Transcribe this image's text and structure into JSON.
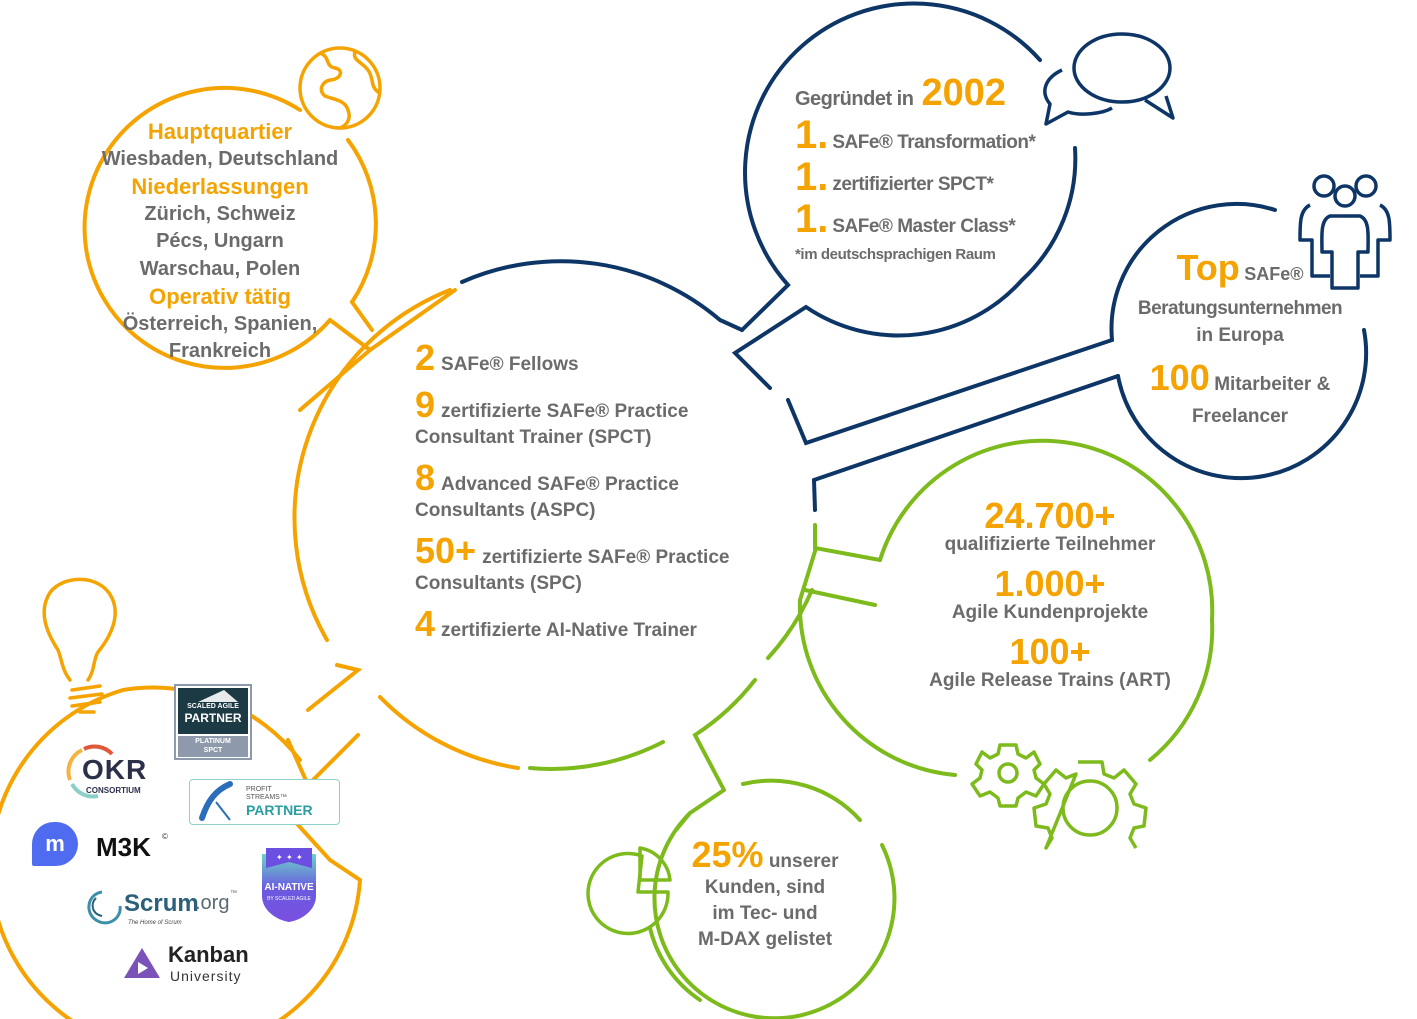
{
  "colors": {
    "orange": "#f5a300",
    "navy": "#0d3566",
    "green": "#7dba1c",
    "text_gray": "#6b6b6b"
  },
  "headquarters": {
    "icon": "globe-icon",
    "hq_heading": "Hauptquartier",
    "hq_value": "Wiesbaden, Deutschland",
    "branches_heading": "Niederlassungen",
    "branches": [
      "Zürich, Schweiz",
      "Pécs, Ungarn",
      "Warschau, Polen"
    ],
    "operations_heading": "Operativ tätig",
    "operations": [
      "Österreich, Spanien,",
      "Frankreich"
    ]
  },
  "founded": {
    "icon": "speech-bubbles-icon",
    "label": "Gegründet in",
    "year": "2002",
    "firsts": [
      {
        "rank": "1.",
        "text": "SAFe® Transformation*"
      },
      {
        "rank": "1.",
        "text": "zertifizierter SPCT*"
      },
      {
        "rank": "1.",
        "text": "SAFe® Master Class*"
      }
    ],
    "footnote": "*im deutschsprachigen Raum"
  },
  "ranking": {
    "icon": "people-icon",
    "top": "Top",
    "top_suffix": "SAFe®",
    "line2": "Beratungsunternehmen",
    "line3": "in Europa",
    "staff_num": "100",
    "staff_label": "Mitarbeiter &",
    "staff_label2": "Freelancer"
  },
  "certifications": [
    {
      "num": "2",
      "label": "SAFe® Fellows",
      "label2": ""
    },
    {
      "num": "9",
      "label": "zertifizierte SAFe® Practice",
      "label2": "Consultant Trainer (SPCT)"
    },
    {
      "num": "8",
      "label": "Advanced SAFe® Practice",
      "label2": "Consultants (ASPC)"
    },
    {
      "num": "50+",
      "label": "zertifizierte SAFe® Practice",
      "label2": "Consultants (SPC)"
    },
    {
      "num": "4",
      "label": "zertifizierte AI-Native Trainer",
      "label2": ""
    }
  ],
  "stats": {
    "icon": "gears-icon",
    "items": [
      {
        "num": "24.700+",
        "label": "qualifizierte Teilnehmer"
      },
      {
        "num": "1.000+",
        "label": "Agile Kundenprojekte"
      },
      {
        "num": "100+",
        "label": "Agile Release Trains (ART)"
      }
    ]
  },
  "customers": {
    "icon": "pie-chart-icon",
    "num": "25%",
    "lines": [
      "unserer",
      "Kunden, sind",
      "im Tec- und",
      "M-DAX gelistet"
    ]
  },
  "partners": {
    "icon": "lightbulb-icon",
    "logos": {
      "scaled_agile": {
        "line1": "SCALED AGILE",
        "line2": "PARTNER",
        "line3": "PLATINUM",
        "line4": "SPCT"
      },
      "okr": {
        "name": "OKR",
        "sub": "CONSORTIUM"
      },
      "profit_streams": {
        "line1": "PROFIT",
        "line2": "STREAMS™",
        "line3": "PARTNER"
      },
      "m3k": {
        "name": "M3K",
        "mark": "©"
      },
      "ai_native": {
        "name": "AI-NATIVE",
        "sub": "BY SCALED AGILE"
      },
      "scrum": {
        "name": "Scrum",
        "suffix": ".org",
        "tm": "™",
        "tagline": "The Home of Scrum"
      },
      "kanban": {
        "name": "Kanban",
        "sub": "University"
      }
    }
  }
}
